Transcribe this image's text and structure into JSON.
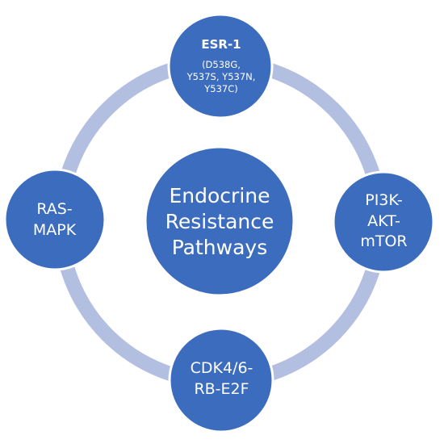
{
  "colors": {
    "ring": "#b3bfe0",
    "node_fill": "#3c6cbd",
    "node_stroke": "#ffffff",
    "text": "#ffffff"
  },
  "diagram": {
    "center": {
      "lines": [
        "Endocrine",
        "Resistance",
        "Pathways"
      ]
    },
    "nodes": [
      {
        "id": "esr1",
        "title": "ESR-1",
        "lines": [
          "(D538G,",
          "Y537S, Y537N,",
          "Y537C)"
        ]
      },
      {
        "id": "pi3k",
        "lines": [
          "PI3K-",
          "AKT-",
          "mTOR"
        ]
      },
      {
        "id": "cdk",
        "lines": [
          "CDK4/6-",
          "RB-E2F"
        ]
      },
      {
        "id": "ras",
        "lines": [
          "RAS-",
          "MAPK"
        ]
      }
    ]
  }
}
